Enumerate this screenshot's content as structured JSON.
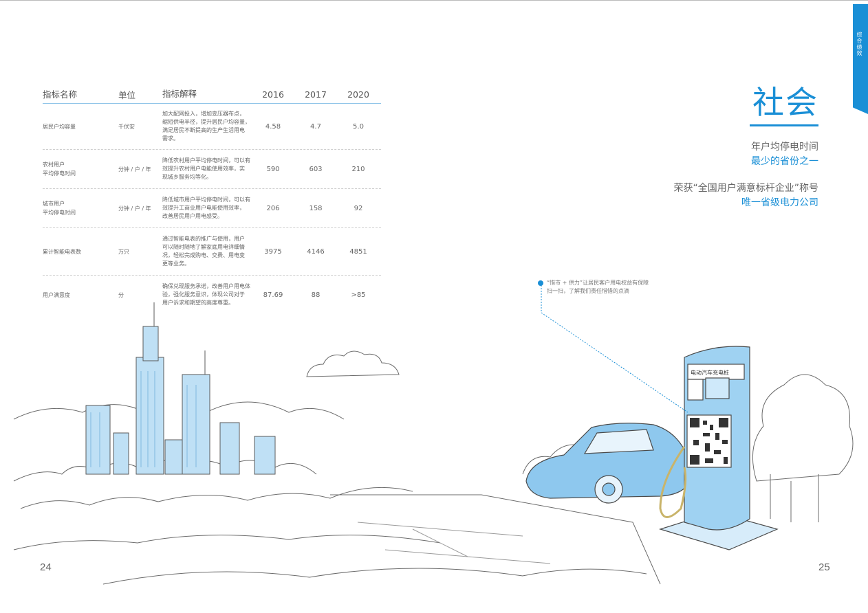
{
  "side_tab": "综合绩效",
  "table": {
    "headers": [
      "指标名称",
      "单位",
      "指标解释",
      "2016",
      "2017",
      "2020"
    ],
    "rows": [
      {
        "name": [
          "居民户均容量"
        ],
        "unit": "千伏安",
        "desc": [
          "加大配网投入，增加变压器布点，",
          "缩短供电半径，提升居民户均容量，",
          "满足居民不断提高的生产生活用电",
          "需求。"
        ],
        "v2016": "4.58",
        "v2017": "4.7",
        "v2020": "5.0"
      },
      {
        "name": [
          "农村用户",
          "平均停电时间"
        ],
        "unit": "分钟 / 户 / 年",
        "desc": [
          "降低农村用户平均停电时间，可以有",
          "效提升农村用户电能使用效率，实",
          "现城乡服务均等化。"
        ],
        "v2016": "590",
        "v2017": "603",
        "v2020": "210"
      },
      {
        "name": [
          "城市用户",
          "平均停电时间"
        ],
        "unit": "分钟 / 户 / 年",
        "desc": [
          "降低城市用户平均停电时间，可以有",
          "效提升工商业用户电能使用效率，",
          "改善居民用户用电感受。"
        ],
        "v2016": "206",
        "v2017": "158",
        "v2020": "92"
      },
      {
        "name": [
          "累计智能电表数"
        ],
        "unit": "万只",
        "desc": [
          "通过智能电表的推广与使用，用户",
          "可以随时随地了解家庭用电详细情",
          "况，轻松完成购电、交费、用电变",
          "更等业务。"
        ],
        "v2016": "3975",
        "v2017": "4146",
        "v2020": "4851"
      },
      {
        "name": [
          "用户满意度"
        ],
        "unit": "分",
        "desc": [
          "确保兑现服务承诺，改善用户用电体",
          "验，强化服务意识，体现公司对于",
          "用户诉求和期望的高度尊重。"
        ],
        "v2016": "87.69",
        "v2017": "88",
        "v2020": ">85"
      }
    ]
  },
  "headline": {
    "title": "社会",
    "line1_gray": "年户均停电时间",
    "line1_blue": "最少的省份之一",
    "line2_gray": "荣获“全国用户满意标杆企业”称号",
    "line2_blue": "唯一省级电力公司"
  },
  "note": {
    "line1": "“惜市 + 供力”让居民客户用电权益有保障",
    "line2": "扫一扫，了解我们责任惜惜的点滴"
  },
  "charger_sign": "电动汽车充电桩",
  "page_left": "24",
  "page_right": "25",
  "colors": {
    "accent": "#1a8fd6",
    "text": "#555555"
  }
}
